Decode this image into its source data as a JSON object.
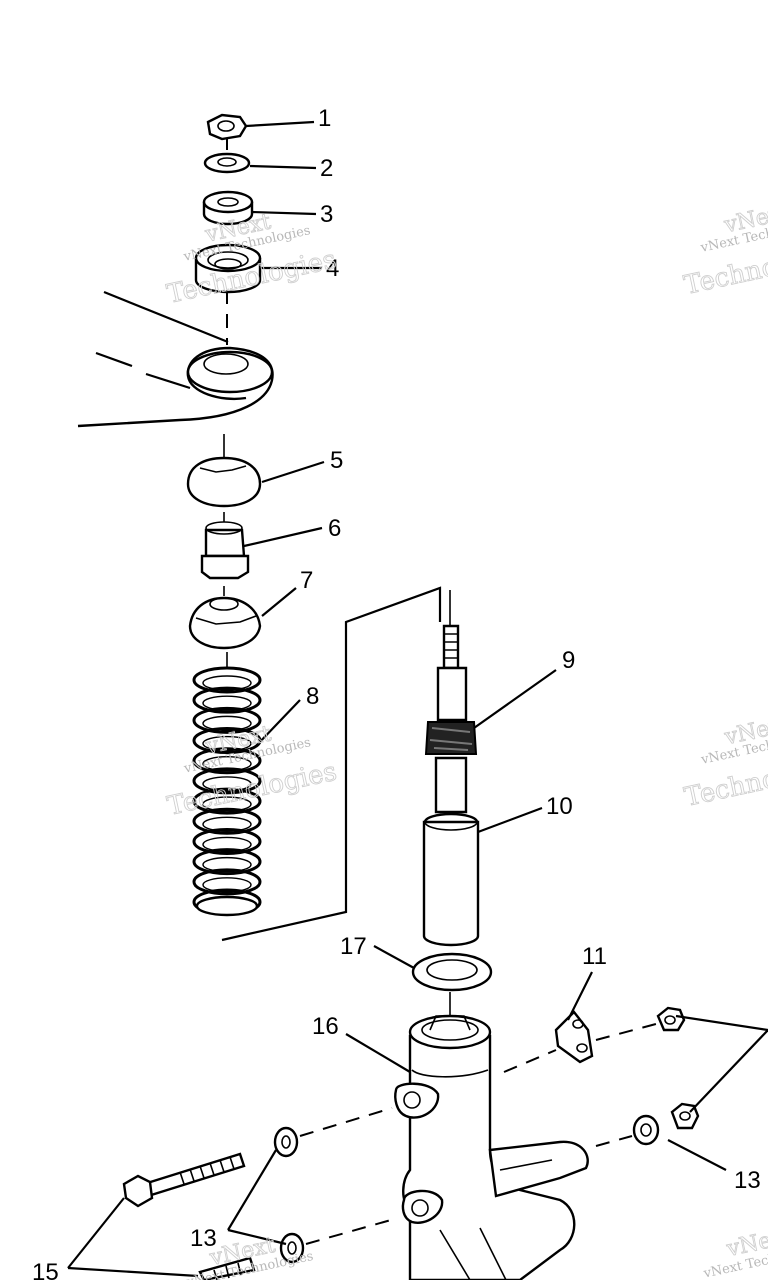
{
  "watermark": {
    "line1": "vNext Technologies",
    "line2": "vNext",
    "line3": "Technologies"
  },
  "callouts": {
    "c1": "1",
    "c2": "2",
    "c3": "3",
    "c4": "4",
    "c5": "5",
    "c6": "6",
    "c7": "7",
    "c8": "8",
    "c9": "9",
    "c10": "10",
    "c11": "11",
    "c13a": "13",
    "c13b": "13",
    "c15": "15",
    "c16": "16",
    "c17": "17"
  }
}
